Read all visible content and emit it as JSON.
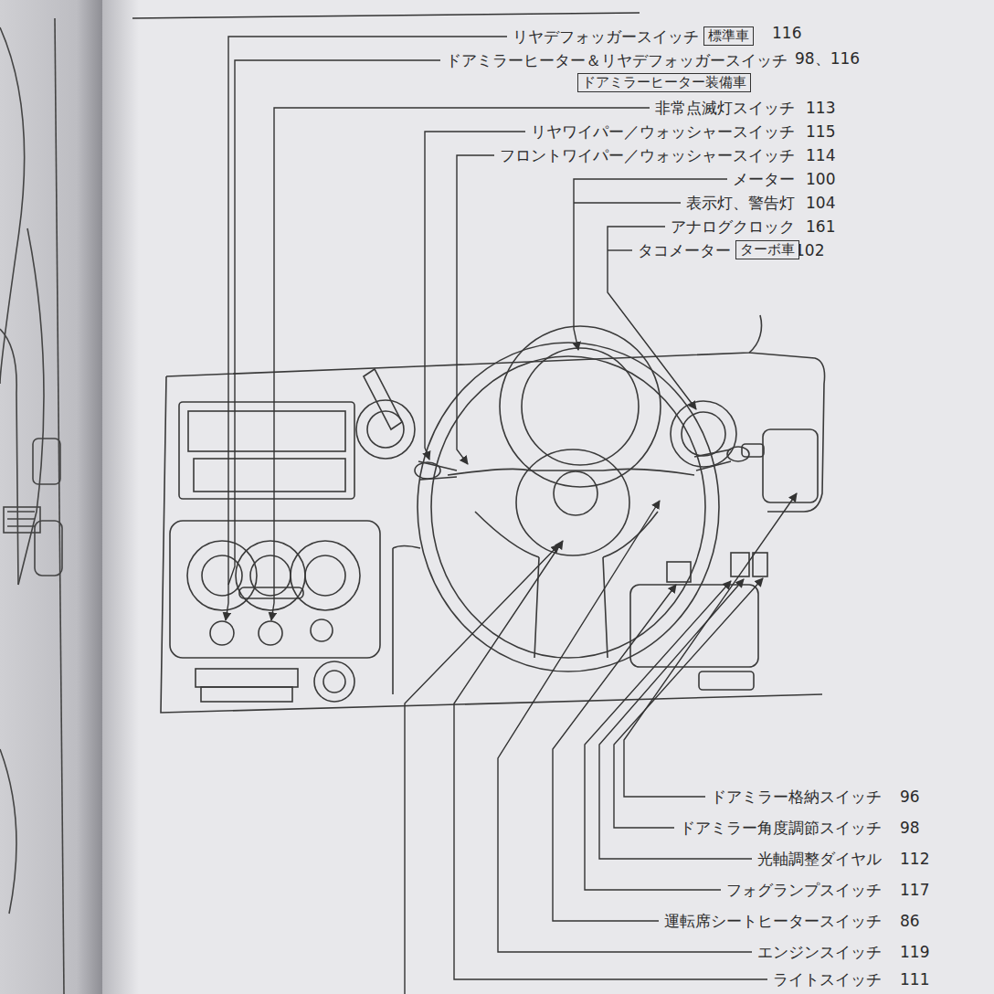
{
  "diagram": {
    "nodes": [
      {
        "text": [
          "標準車"
        ]
      },
      {
        "text": [
          "ドアミラーヒーター装備車"
        ]
      },
      {
        "text": [
          "ターボ車"
        ]
      }
    ],
    "labels": [
      "リヤデフォッガースイッチ",
      "116",
      "ドアミラーヒーター＆リヤデフォッガースイッチ",
      "98、116",
      "非常点滅灯スイッチ",
      "113",
      "リヤワイパー／ウォッシャースイッチ",
      "115",
      "フロントワイパー／ウォッシャースイッチ",
      "114",
      "メーター",
      "100",
      "表示灯、警告灯",
      "104",
      "アナログクロック",
      "161",
      "タコメーター",
      "102",
      "ドアミラー格納スイッチ",
      "96",
      "ドアミラー角度調節スイッチ",
      "98",
      "光軸調整ダイヤル",
      "112",
      "フォグランプスイッチ",
      "117",
      "運転席シートヒータースイッチ",
      "86",
      "エンジンスイッチ",
      "119",
      "ライトスイッチ",
      "111"
    ]
  }
}
